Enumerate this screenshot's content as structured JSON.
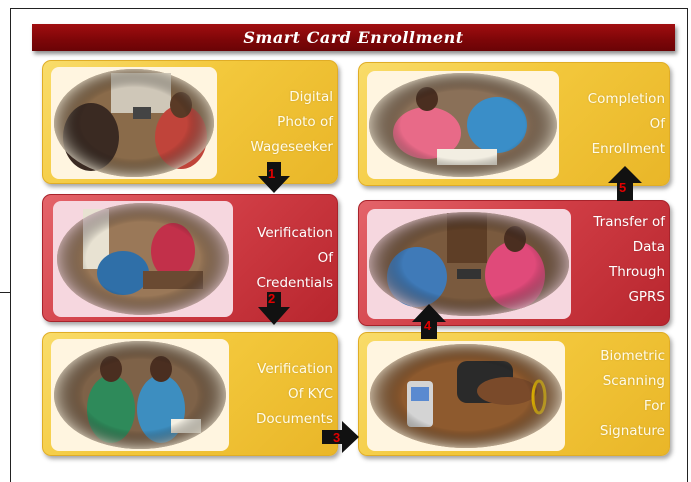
{
  "title": "Smart Card Enrollment",
  "steps": [
    {
      "label_lines": [
        "Digital",
        "Photo of",
        "Wageseeker"
      ],
      "color": "yellow",
      "icon": "photo-camera-scene"
    },
    {
      "label_lines": [
        "Verification",
        "Of",
        "Credentials"
      ],
      "color": "red",
      "icon": "document-check-scene"
    },
    {
      "label_lines": [
        "Verification",
        "Of KYC",
        "Documents"
      ],
      "color": "yellow",
      "icon": "kyc-documents-scene"
    },
    {
      "label_lines": [
        "Biometric",
        "Scanning",
        "For",
        "Signature"
      ],
      "color": "yellow",
      "icon": "fingerprint-scanner-scene"
    },
    {
      "label_lines": [
        "Transfer of",
        "Data",
        "Through",
        "GPRS"
      ],
      "color": "red",
      "icon": "data-transfer-scene"
    },
    {
      "label_lines": [
        "Completion",
        "Of",
        "Enrollment"
      ],
      "color": "yellow",
      "icon": "enrollment-complete-scene"
    }
  ],
  "arrow_numbers": [
    "1",
    "2",
    "3",
    "4",
    "5"
  ],
  "colors": {
    "title_bar": "#7d0608",
    "yellow_card": "#f3c83c",
    "red_card": "#cf3c44",
    "arrow": "#111111",
    "number": "#e10000"
  }
}
